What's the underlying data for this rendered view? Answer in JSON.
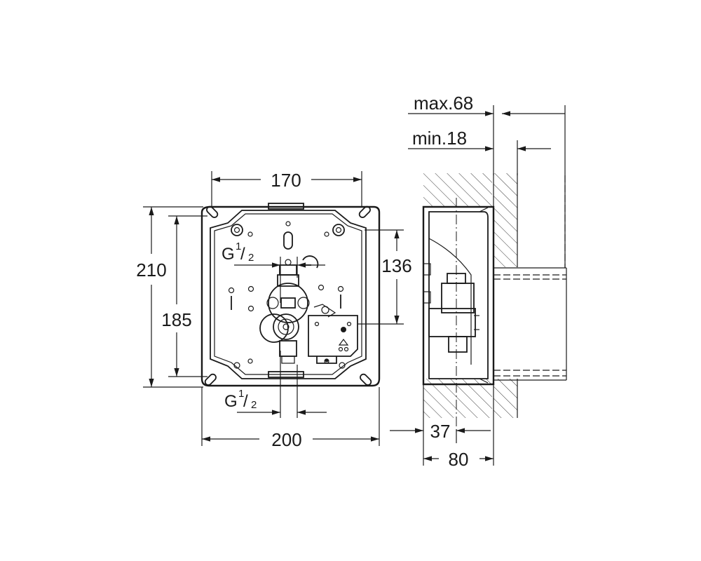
{
  "dimensions": {
    "max_depth": "max.68",
    "min_depth": "min.18",
    "width_outer": "200",
    "width_holes": "170",
    "height_outer": "210",
    "height_holes": "185",
    "height_connection": "136",
    "depth_axis": "37",
    "depth_total": "80"
  },
  "connections": {
    "top": {
      "g": "G",
      "num": "1",
      "den": "2"
    },
    "bottom": {
      "g": "G",
      "num": "1",
      "den": "2"
    }
  }
}
